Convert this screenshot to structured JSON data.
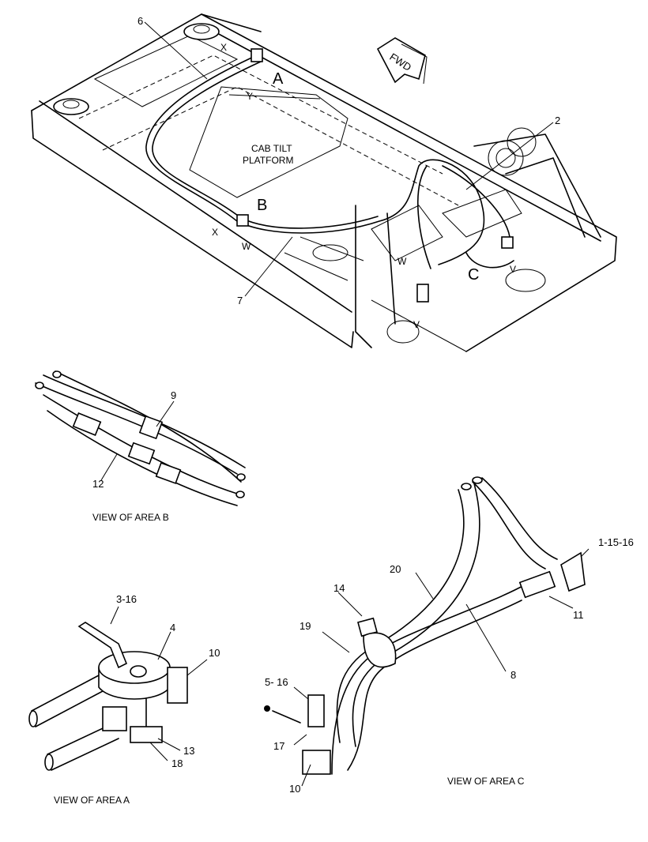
{
  "callouts": {
    "n1": "1-15-16",
    "n2": "2",
    "n3": "3-16",
    "n4": "4",
    "n5": "5- 16",
    "n6": "6",
    "n7": "7",
    "n8": "8",
    "n9": "9",
    "n10a": "10",
    "n10c": "10",
    "n11": "11",
    "n12": "12",
    "n13": "13",
    "n14": "14",
    "n17": "17",
    "n18": "18",
    "n19": "19",
    "n20": "20"
  },
  "areas": {
    "a": "A",
    "b": "B",
    "c": "C"
  },
  "points": {
    "x1": "X",
    "y1": "Y",
    "x2": "X",
    "w1": "W",
    "w2": "W",
    "v1": "V",
    "v2": "V"
  },
  "platform": {
    "line1": "CAB TILT",
    "line2": "PLATFORM"
  },
  "fwd": "FWD",
  "captions": {
    "area_b": "VIEW OF AREA B",
    "area_a": "VIEW OF AREA A",
    "area_c": "VIEW OF AREA C"
  }
}
